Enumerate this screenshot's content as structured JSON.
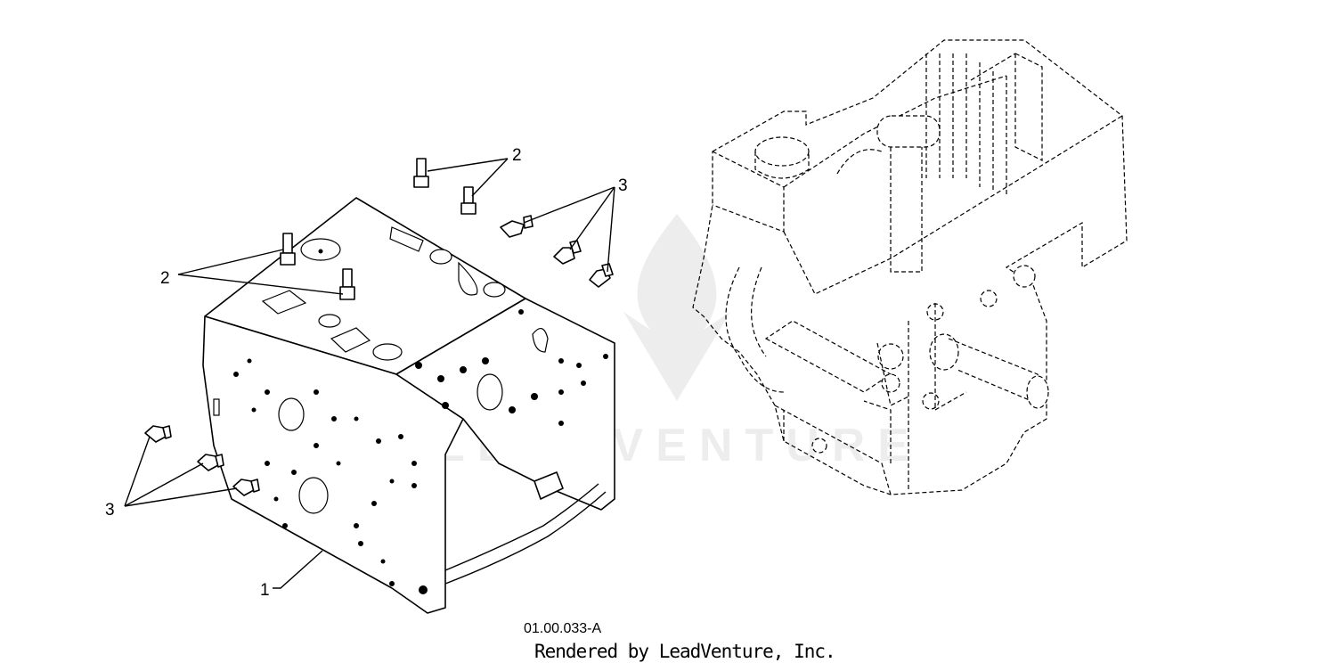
{
  "diagram": {
    "callouts": {
      "frame_label": "1",
      "stud_label_top": "2",
      "stud_label_left": "2",
      "screw_label_top": "3",
      "screw_label_left": "3"
    },
    "caption": {
      "code": "01.00.033-A",
      "credit": "Rendered by LeadVenture, Inc."
    },
    "watermark": {
      "text": "LEADVENTURE"
    }
  }
}
